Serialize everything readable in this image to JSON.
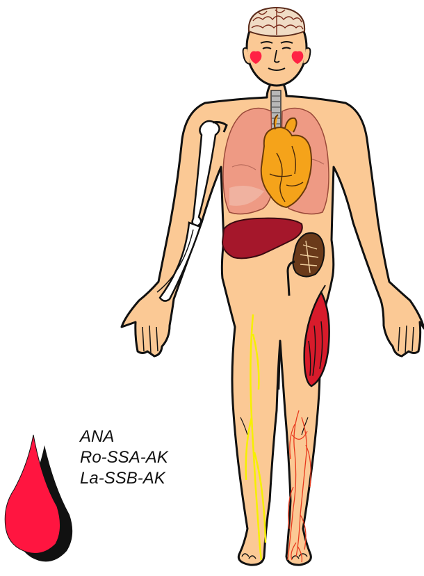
{
  "lab_markers": [
    "ANA",
    "Ro-SSA-AK",
    "La-SSB-AK"
  ],
  "icons": [
    "blood-drop-icon",
    "human-body-figure",
    "brain-icon",
    "lung-icon",
    "heart-icon",
    "liver-icon",
    "kidney-icon",
    "arm-bone-icon",
    "muscle-icon",
    "nerve-icon",
    "blood-vessel-icon"
  ],
  "colors": {
    "skin": "#fbc995",
    "outline": "#111111",
    "blood_drop": "#ff1540",
    "lung": "#ee9a84",
    "heart": "#f5a31a",
    "liver": "#a5172b",
    "muscle": "#d81b2b",
    "nerve": "#f6f000",
    "vessel": "#e83a1e",
    "cheek": "#ff2244"
  }
}
